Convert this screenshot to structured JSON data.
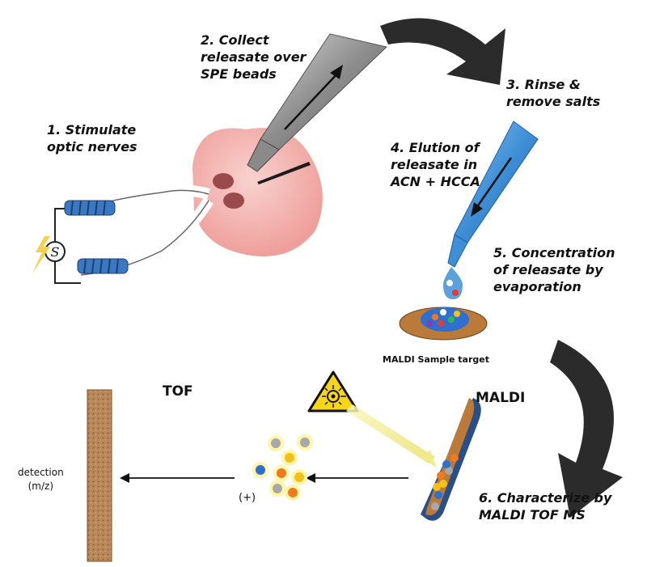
{
  "steps": {
    "step1": "1. Stimulate\noptic nerves",
    "step2": "2. Collect\nreleasate over\nSPE beads",
    "step3": "3. Rinse &\nremove salts",
    "step4": "4. Elution of\nreleasate in\nACN + HCCA",
    "step5": "5. Concentration\nof releasate by\nevaporation",
    "step6": "6. Characterize by\nMALDI TOF MS"
  },
  "labels": {
    "stimulator": "S",
    "sample_target": "MALDI Sample target",
    "tof": "TOF",
    "maldi": "MALDI",
    "detection": "detection\n(m/z)",
    "ion_charge": "(+)"
  },
  "colors": {
    "tissue": "#f2b8b4",
    "nerve_spot": "#9a4a4a",
    "pipette_metal": "#9a9a9a",
    "pipette_blue": "#3f8fd6",
    "coil": "#3b78c2",
    "sample_plate": "#b97a3a",
    "detector": "#b8875a",
    "laser_beam": "#f7f39a",
    "warning_yellow": "#f7d61a",
    "arrow_dark": "#2b2b2b",
    "bead_orange": "#f07a1e",
    "bead_blue": "#2f6fd0",
    "bead_gray": "#a8a8a8",
    "bead_yellow": "#f2c21a"
  },
  "icons": [
    "lightning-icon",
    "laser-warning-icon",
    "curved-arrow-icon"
  ]
}
